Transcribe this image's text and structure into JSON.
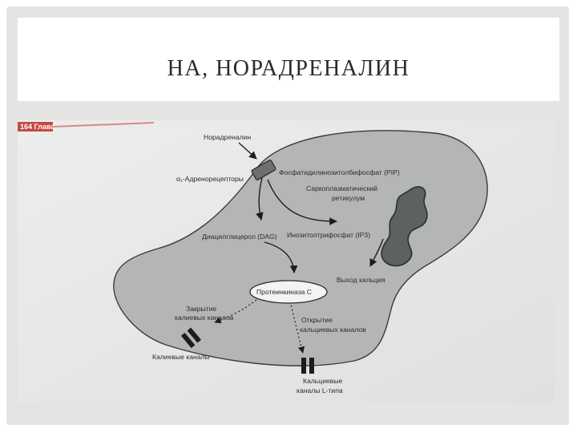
{
  "slide": {
    "title": "НА, НОРАДРЕНАЛИН"
  },
  "diagram": {
    "page_header": "164  Глава",
    "labels": {
      "noradrenaline": "Норадреналин",
      "alpha1_receptors": "α₁-Адренорецепторы",
      "pip": "Фосфатидилинозитолбифосфат (PIP)",
      "sarcoplasmic_line1": "Саркоплазматический",
      "sarcoplasmic_line2": "ретикулум",
      "dag": "Диацилглицерол (DAG)",
      "ip3": "Инозитолтрифосфат (IP3)",
      "calcium_release": "Выход кальция",
      "protein_kinase_c": "Протеинкиназа С",
      "k_closing_line1": "Закрытие",
      "k_closing_line2": "калиевых каналов",
      "ca_opening_line1": "Открытие",
      "ca_opening_line2": "кальциевых каналов",
      "k_channels": "Калиевые каналы",
      "ca_channels_line1": "Кальциевые",
      "ca_channels_line2": "каналы L-типа"
    },
    "colors": {
      "cell_fill": "#b4b6b6",
      "paper": "#e9eae8",
      "reticulum": "#5d6160",
      "receptor": "#6d706f",
      "header_red": "#c64a44"
    }
  }
}
